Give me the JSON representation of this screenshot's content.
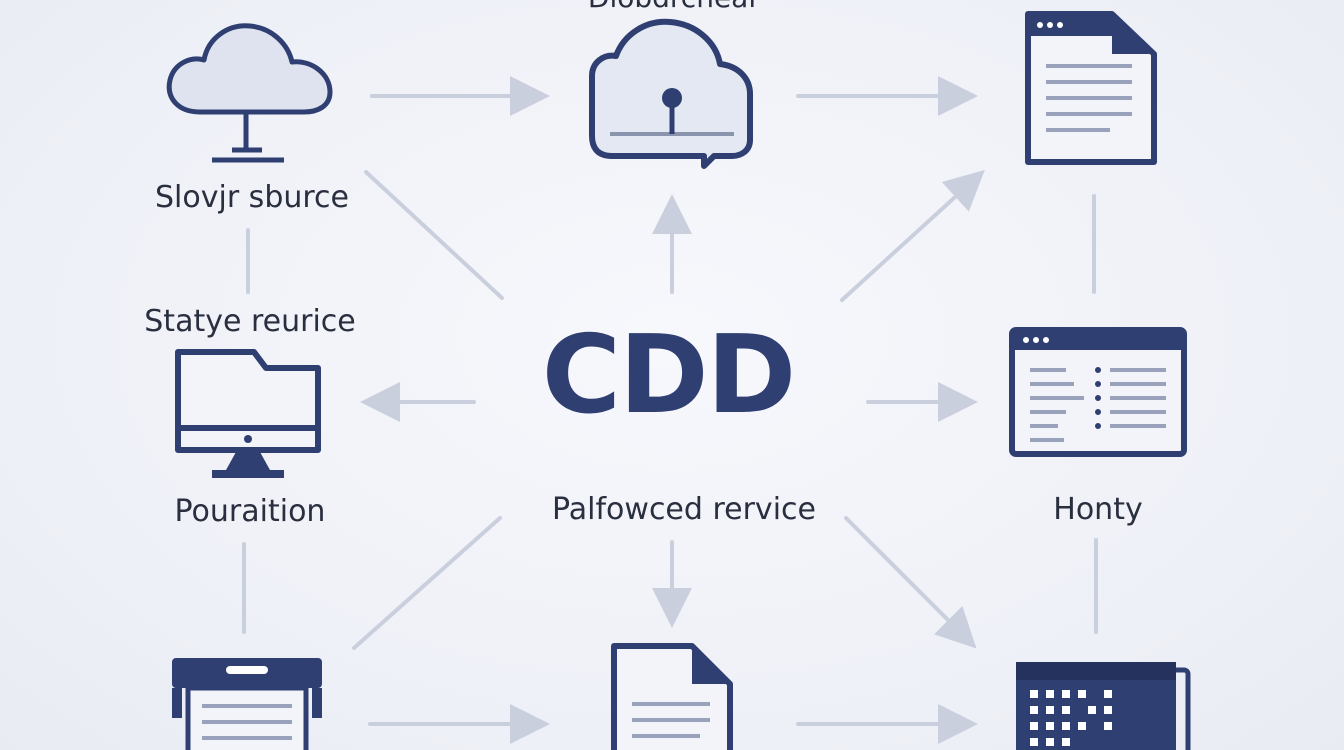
{
  "diagram": {
    "title": "CDD",
    "top_label_partial": "Dlobdrcneal",
    "labels": {
      "source": "Slovjr sburce",
      "state": "Statye reurice",
      "population": "Pouraition",
      "center": "Palfowced rervice",
      "history": "Honty"
    },
    "icons": [
      "cloud-server-icon",
      "cloud-lock-icon",
      "document-window-icon",
      "folder-monitor-icon",
      "list-window-icon",
      "printer-icon",
      "document-icon",
      "data-grid-icon"
    ],
    "colors": {
      "icon_stroke": "#2f3f72",
      "icon_fill": "#dfe3ef",
      "arrow": "#c9cfdd",
      "text": "#2a2f3f"
    }
  }
}
